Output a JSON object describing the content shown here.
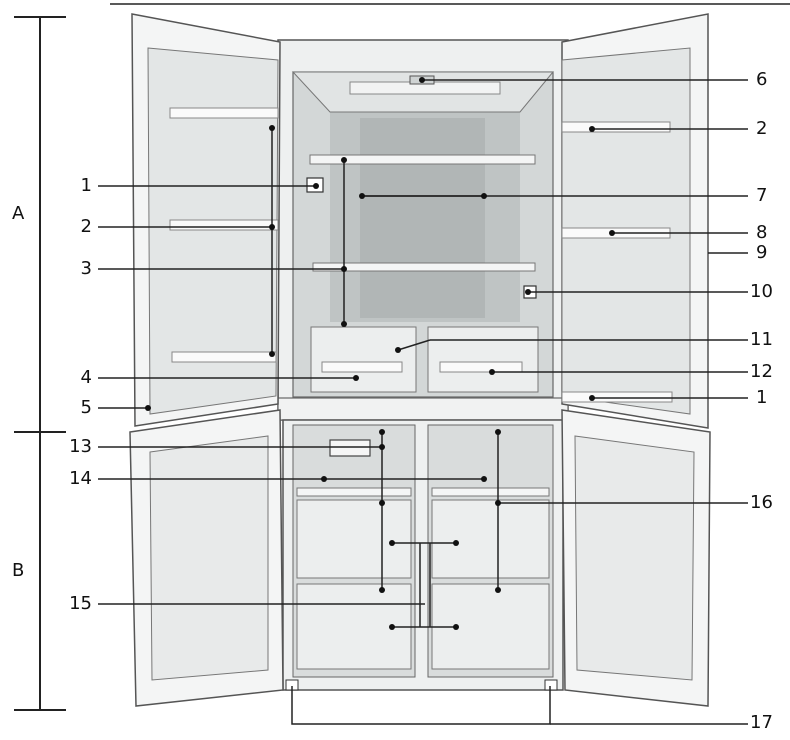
{
  "sections": {
    "upper": "A",
    "lower": "B"
  },
  "callouts_left": {
    "c1": "1",
    "c2": "2",
    "c3": "3",
    "c4": "4",
    "c5": "5",
    "c13": "13",
    "c14": "14",
    "c15": "15"
  },
  "callouts_right": {
    "c6": "6",
    "c2": "2",
    "c7": "7",
    "c8": "8",
    "c9": "9",
    "c10": "10",
    "c11": "11",
    "c12": "12",
    "c1": "1",
    "c16": "16",
    "c17": "17"
  },
  "colors": {
    "line": "#222222",
    "cabinet": "#e9ecec",
    "inner_shadow": "#c9cdcd",
    "door": "#f4f5f5"
  }
}
